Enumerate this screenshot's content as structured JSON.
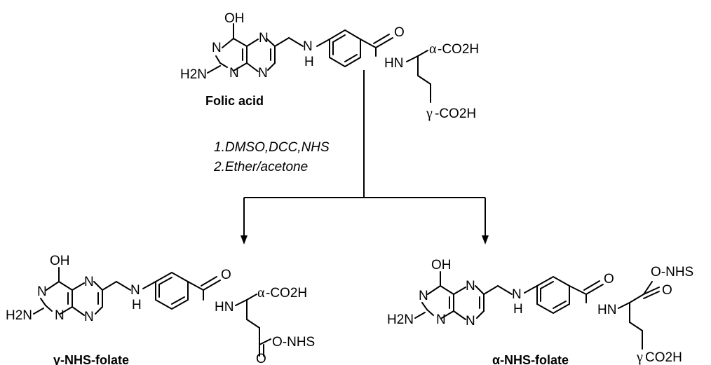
{
  "top": {
    "name": "Folic acid",
    "atoms": {
      "oh": "OH",
      "n_ring_left": "N",
      "n_ring_bottom": "N",
      "n_pz_top": "N",
      "n_pz_bottom": "N",
      "h2n": "H2N",
      "nh_n": "N",
      "nh_h": "H",
      "hn": "HN",
      "o_amide": "O",
      "alpha": "α",
      "alpha_group": "-CO2H",
      "gamma": "γ",
      "gamma_group": "-CO2H"
    }
  },
  "conditions": {
    "step1": "1.DMSO,DCC,NHS",
    "step2": "2.Ether/acetone"
  },
  "product_left": {
    "name": "γ-NHS-folate",
    "atoms": {
      "oh": "OH",
      "n_ring_left": "N",
      "n_ring_bottom": "N",
      "n_pz_top": "N",
      "n_pz_bottom": "N",
      "h2n": "H2N",
      "nh_n": "N",
      "nh_h": "H",
      "hn": "HN",
      "o_amide": "O",
      "alpha": "α",
      "alpha_group": "-CO2H",
      "ester_o": "O",
      "ester_group": "O-NHS"
    }
  },
  "product_right": {
    "name": "α-NHS-folate",
    "atoms": {
      "oh": "OH",
      "n_ring_left": "N",
      "n_ring_bottom": "N",
      "n_pz_top": "N",
      "n_pz_bottom": "N",
      "h2n": "H2N",
      "nh_n": "N",
      "nh_h": "H",
      "hn": "HN",
      "o_amide": "O",
      "ester_o": "O",
      "ester_group": "O-NHS",
      "gamma": "γ",
      "gamma_group": "CO2H"
    }
  }
}
